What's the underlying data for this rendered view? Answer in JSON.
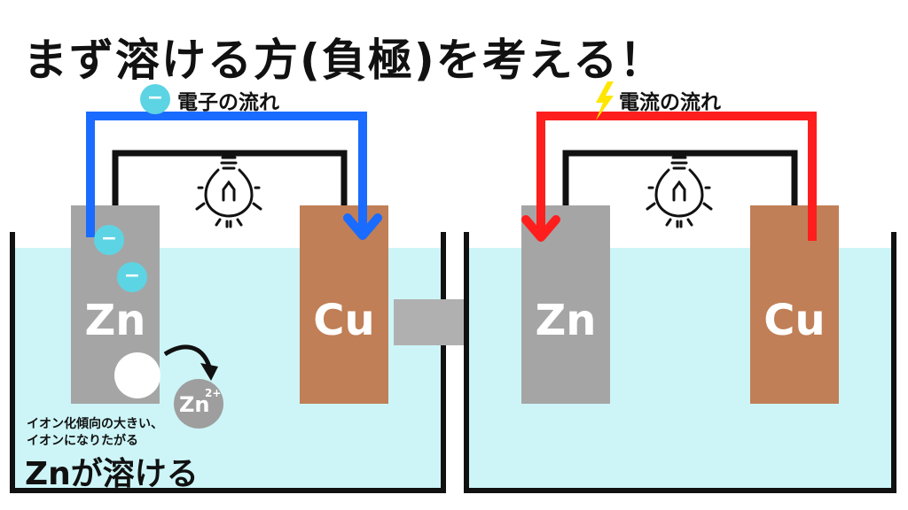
{
  "title": "まず溶ける方(負極)を考える！",
  "left_cell": {
    "flow_label": "電子の流れ",
    "electron_symbol": "−",
    "anode_label": "Zn",
    "cathode_label": "Cu",
    "ion_symbol": "Zn",
    "ion_charge": "2+",
    "note_line1": "イオン化傾向の大きい、",
    "note_line2": "イオンになりたがる",
    "result": "Znが溶ける"
  },
  "right_cell": {
    "flow_label": "電流の流れ",
    "anode_label": "Zn",
    "cathode_label": "Cu"
  },
  "colors": {
    "solution": "#cdf5f7",
    "zinc": "#a5a5a5",
    "copper": "#c07f56",
    "electron_flow": "#1a6bff",
    "current_flow": "#ff1e1e",
    "electron": "#5dd4e4",
    "lightning": "#ffe500",
    "transition_arrow": "#b0b0b0"
  },
  "icons": [
    "electron-icon",
    "lightning-icon",
    "light-bulb-icon",
    "curved-arrow-icon",
    "transition-arrow-icon"
  ]
}
